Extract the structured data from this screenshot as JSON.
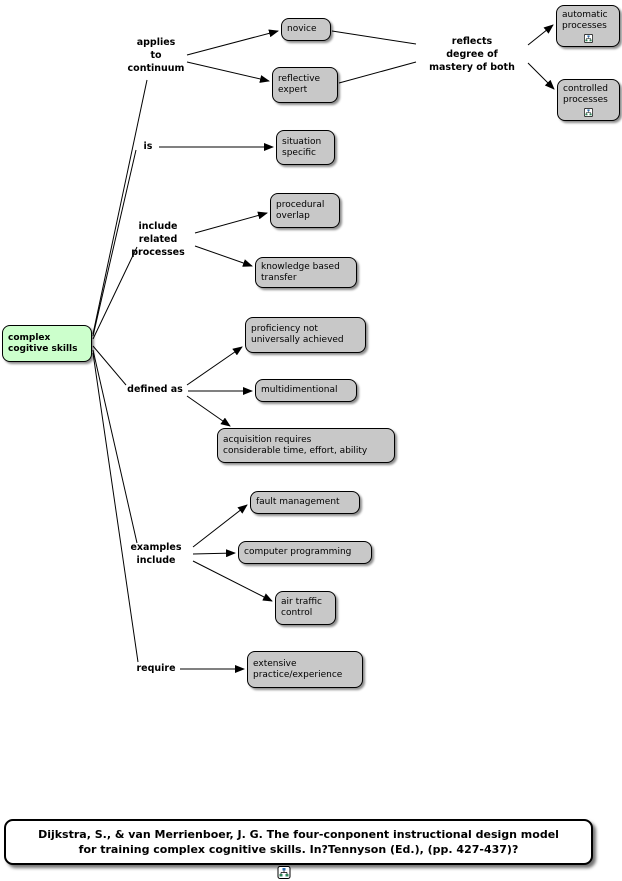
{
  "concepts": {
    "root": {
      "label": "complex\ncogitive skills"
    },
    "novice": {
      "label": "novice"
    },
    "reflective_expert": {
      "label": "reflective\nexpert"
    },
    "automatic_processes": {
      "label": "automatic\nprocesses"
    },
    "controlled_processes": {
      "label": "controlled\nprocesses"
    },
    "situation_specific": {
      "label": "situation\nspecific"
    },
    "procedural_overlap": {
      "label": "procedural\noverlap"
    },
    "knowledge_transfer": {
      "label": "knowledge based transfer"
    },
    "proficiency": {
      "label": "proficiency not\nuniversally achieved"
    },
    "multidimentional": {
      "label": "multidimentional"
    },
    "acquisition": {
      "label": "acquisition requires\nconsiderable time, effort, ability"
    },
    "fault_management": {
      "label": "fault management"
    },
    "computer_programming": {
      "label": "computer programming"
    },
    "air_traffic": {
      "label": "air traffic\ncontrol"
    },
    "extensive_practice": {
      "label": "extensive\npractice/experience"
    }
  },
  "linking_phrases": {
    "applies": {
      "label": "applies\nto\ncontinuum"
    },
    "reflects": {
      "label": "reflects\ndegree of\nmastery of both"
    },
    "is": {
      "label": "is"
    },
    "include": {
      "label": "include\nrelated\nprocesses"
    },
    "defined_as": {
      "label": "defined as"
    },
    "examples": {
      "label": "examples\ninclude"
    },
    "require": {
      "label": "require"
    }
  },
  "citation": {
    "line1": "Dijkstra, S., & van Merrienboer,  J. G. The four-conponent instructional design model",
    "line2": "for training complex cognitive skills. In?Tennyson (Ed.), (pp. 427-437)?"
  },
  "colors": {
    "concept_fill": "#c8c8c8",
    "root_fill": "#ccffcc",
    "border": "#000000",
    "background": "#ffffff"
  }
}
